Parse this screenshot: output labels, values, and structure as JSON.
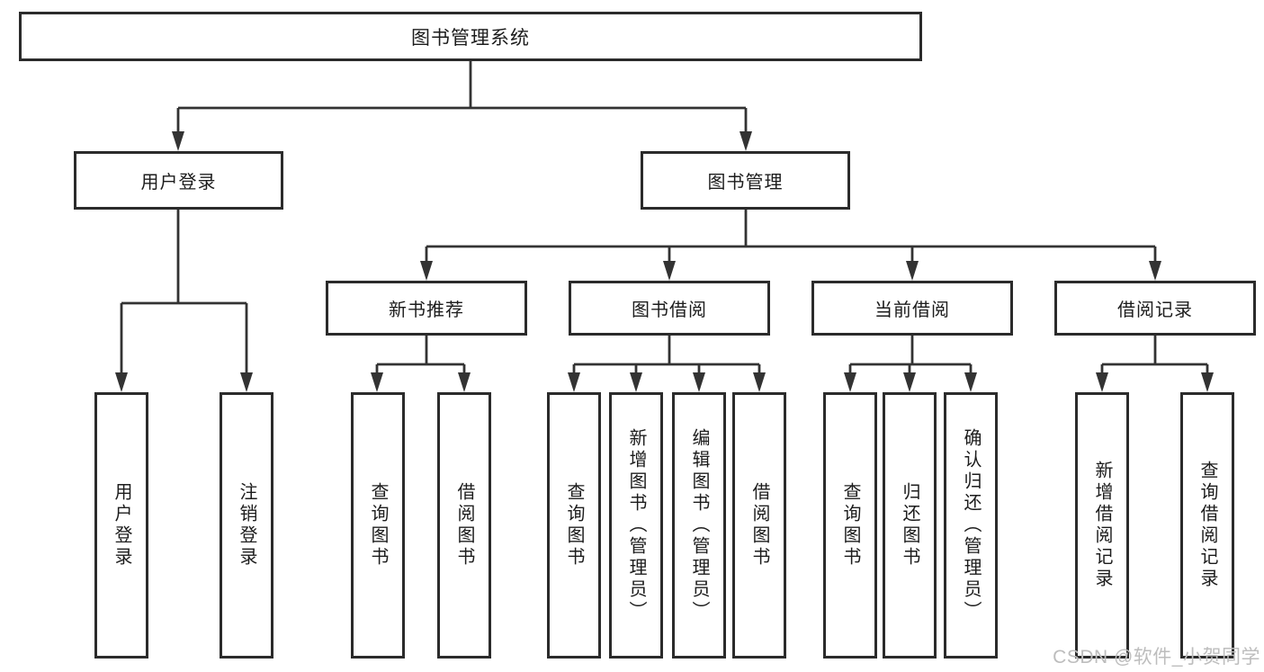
{
  "diagram": {
    "root": {
      "label": "图书管理系统"
    },
    "branches": [
      {
        "label": "用户登录",
        "leaves": [
          {
            "label": "用户登录"
          },
          {
            "label": "注销登录"
          }
        ]
      },
      {
        "label": "图书管理",
        "groups": [
          {
            "label": "新书推荐",
            "leaves": [
              {
                "label": "查询图书"
              },
              {
                "label": "借阅图书"
              }
            ]
          },
          {
            "label": "图书借阅",
            "leaves": [
              {
                "label": "查询图书"
              },
              {
                "label": "新增图书（管理员）"
              },
              {
                "label": "编辑图书（管理员）"
              },
              {
                "label": "借阅图书"
              }
            ]
          },
          {
            "label": "当前借阅",
            "leaves": [
              {
                "label": "查询图书"
              },
              {
                "label": "归还图书"
              },
              {
                "label": "确认归还（管理员）"
              }
            ]
          },
          {
            "label": "借阅记录",
            "leaves": [
              {
                "label": "新增借阅记录"
              },
              {
                "label": "查询借阅记录"
              }
            ]
          }
        ]
      }
    ]
  },
  "watermark": {
    "text": "CSDN @软件_小贺同学"
  },
  "colors": {
    "line": "#333333",
    "node_border": "#2b2b2b",
    "node_fill": "#ffffff",
    "text": "#1c1c1c",
    "watermark": "#bdbdbd",
    "background": "#ffffff"
  }
}
